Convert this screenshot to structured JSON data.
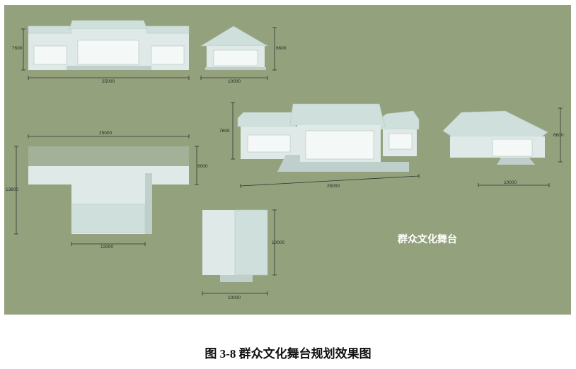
{
  "overlay_title": "群众文化舞台",
  "caption": "图 3-8  群众文化舞台规划效果图",
  "dimensions": {
    "front_width": "25000",
    "front_height": "7600",
    "side_width": "10000",
    "side_height": "6600",
    "plan_width": "25000",
    "plan_depth": "13800",
    "plan_wing_depth": "6000",
    "plan_stage_width": "12000",
    "roof_width": "10000",
    "roof_depth": "10000",
    "persp_front_width": "25000",
    "persp_front_height": "7600",
    "persp_side_width": "10000",
    "persp_side_height": "6600"
  },
  "colors": {
    "board": "#93a27c",
    "building": "#dfe9e7"
  }
}
